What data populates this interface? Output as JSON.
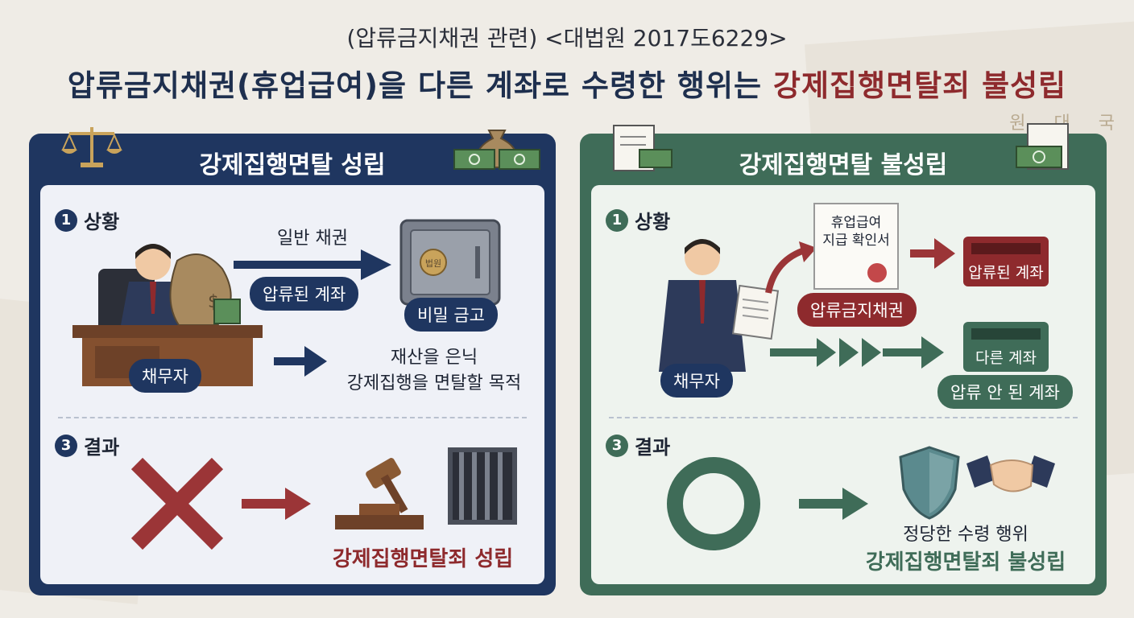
{
  "header": {
    "subtitle": "(압류금지채권 관련) <대법원 2017도6229>",
    "title_main": "압류금지채권(휴업급여)을 다른 계좌로 수령한 행위는 ",
    "title_highlight": "강제집행면탈죄 불성립"
  },
  "background": {
    "stamp_text": "원 대 국"
  },
  "left_panel": {
    "heading": "강제집행면탈 성립",
    "situation_num": "1",
    "situation_label": "상황",
    "debtor_label": "채무자",
    "general_claim": "일반 채권",
    "seized_account": "압류된 계좌",
    "secret_safe": "비밀 금고",
    "safe_emblem": "법원",
    "purpose_line1": "재산을 은닉",
    "purpose_line2": "강제집행을 면탈할 목적",
    "result_num": "3",
    "result_label": "결과",
    "result_text": "강제집행면탈죄 성립",
    "money_symbol": "$"
  },
  "right_panel": {
    "heading": "강제집행면탈 불성립",
    "situation_num": "1",
    "situation_label": "상황",
    "debtor_label": "채무자",
    "doc_line1": "휴업급여",
    "doc_line2": "지급 확인서",
    "exempt_claim": "압류금지채권",
    "seized_account": "압류된 계좌",
    "other_account": "다른 계좌",
    "unseized_account": "압류 안 된 계좌",
    "result_num": "3",
    "result_label": "결과",
    "result_line1": "정당한 수령 행위",
    "result_line2": "강제집행면탈죄 불성립"
  },
  "colors": {
    "navy": "#1f3660",
    "green": "#3f6c58",
    "red": "#8e2a2d",
    "background": "#efece6"
  }
}
